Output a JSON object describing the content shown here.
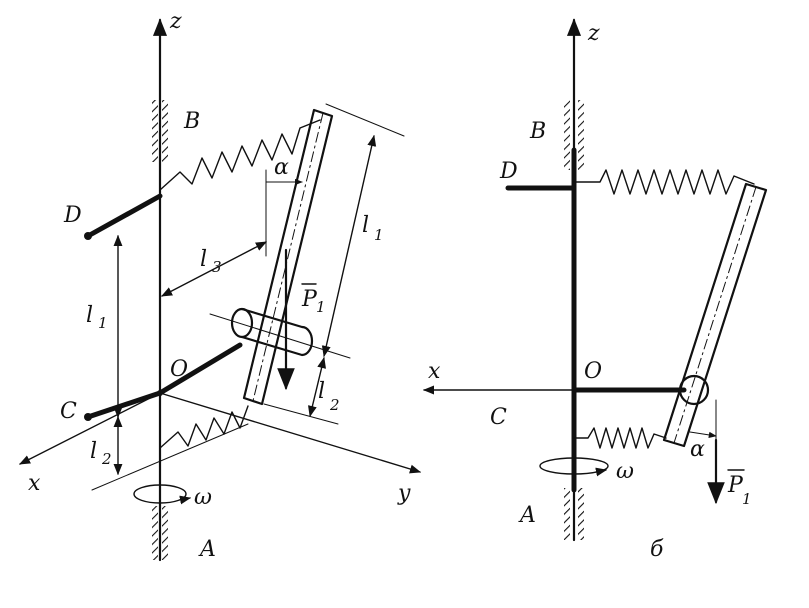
{
  "diagram": {
    "colors": {
      "ink": "#111111",
      "paper": "#ffffff"
    },
    "left_view": {
      "axis_z": "z",
      "axis_x": "x",
      "axis_y": "y",
      "point_B": "B",
      "point_D": "D",
      "point_O": "O",
      "point_C": "C",
      "point_A": "A",
      "length_l1_left": "l",
      "length_l1_left_sub": "1",
      "length_l2_left": "l",
      "length_l2_left_sub": "2",
      "length_l3": "l",
      "length_l3_sub": "3",
      "length_l1_right": "l",
      "length_l1_right_sub": "1",
      "length_l2_right": "l",
      "length_l2_right_sub": "2",
      "angle_alpha": "α",
      "force_P": "P",
      "force_P_sub": "1",
      "omega": "ω"
    },
    "right_view": {
      "axis_z": "z",
      "axis_x": "x",
      "point_B": "B",
      "point_D": "D",
      "point_O": "O",
      "point_C": "C",
      "point_A": "A",
      "angle_alpha": "α",
      "force_P": "P",
      "force_P_sub": "1",
      "omega": "ω",
      "view_label": "б"
    }
  }
}
